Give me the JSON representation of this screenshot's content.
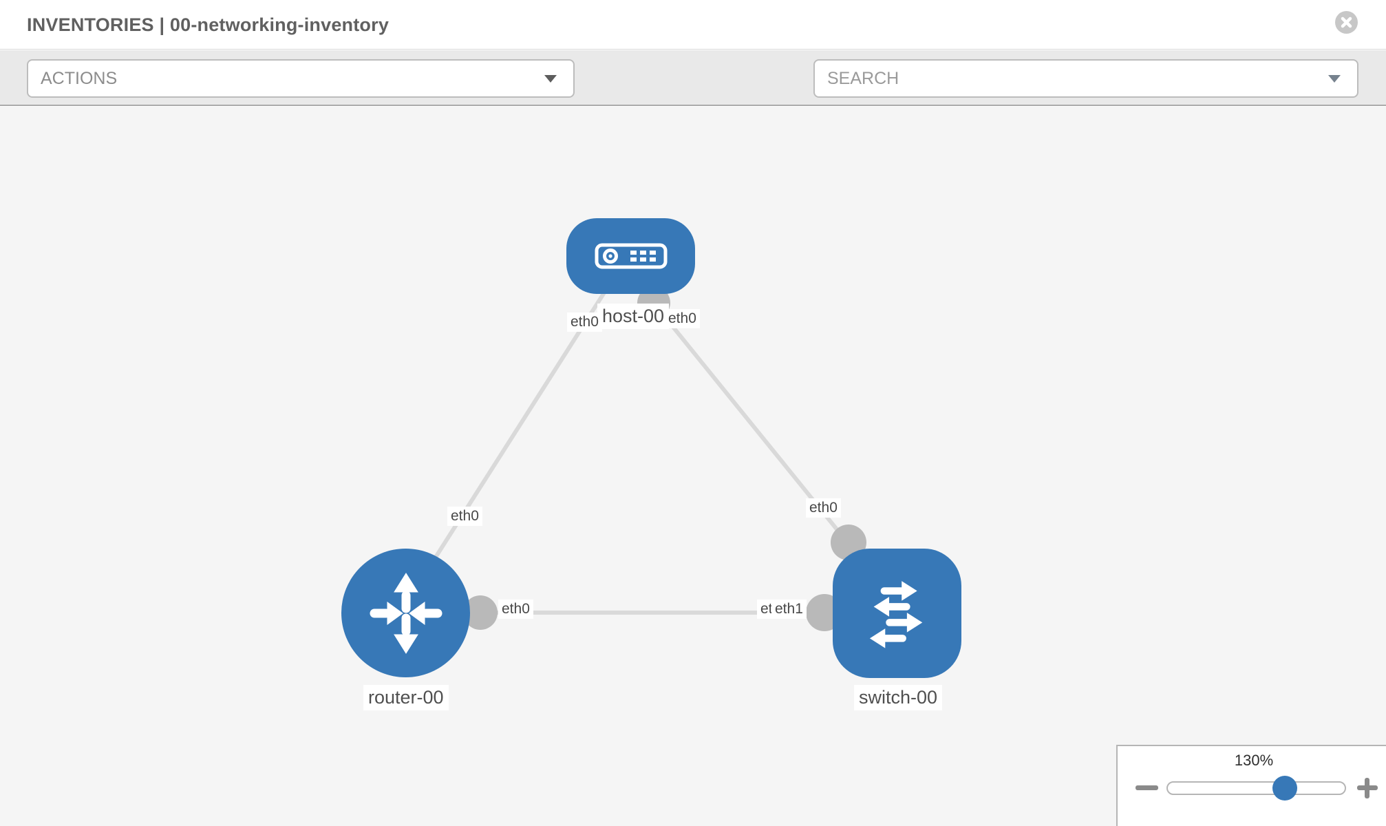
{
  "header": {
    "title": "INVENTORIES | 00-networking-inventory"
  },
  "toolbar": {
    "actions_label": "ACTIONS",
    "search_placeholder": "SEARCH",
    "tool_icons": [
      "wrench-icon",
      "key-icon"
    ]
  },
  "diagram": {
    "nodes": [
      {
        "label": "host-00",
        "type": "host",
        "shape": "rounded-rect"
      },
      {
        "label": "router-00",
        "type": "router",
        "shape": "circle"
      },
      {
        "label": "switch-00",
        "type": "switch",
        "shape": "rounded-square"
      }
    ],
    "links": [
      {
        "from": "host-00",
        "to": "router-00",
        "from_iface": "eth0",
        "to_iface": "eth0"
      },
      {
        "from": "host-00",
        "to": "switch-00",
        "from_iface": "eth0",
        "to_iface": "eth0"
      },
      {
        "from": "router-00",
        "to": "switch-00",
        "from_iface": "eth0",
        "to_iface": "eth1",
        "to_iface_overlapped": "eth0"
      }
    ],
    "colors": {
      "node_fill": "#3778b7",
      "link": "#d9d9d9",
      "connector": "#b9b9b9",
      "canvas_bg": "#f5f5f5"
    }
  },
  "zoom_panel": {
    "percent_label": "130%",
    "zoom_value": 130
  }
}
